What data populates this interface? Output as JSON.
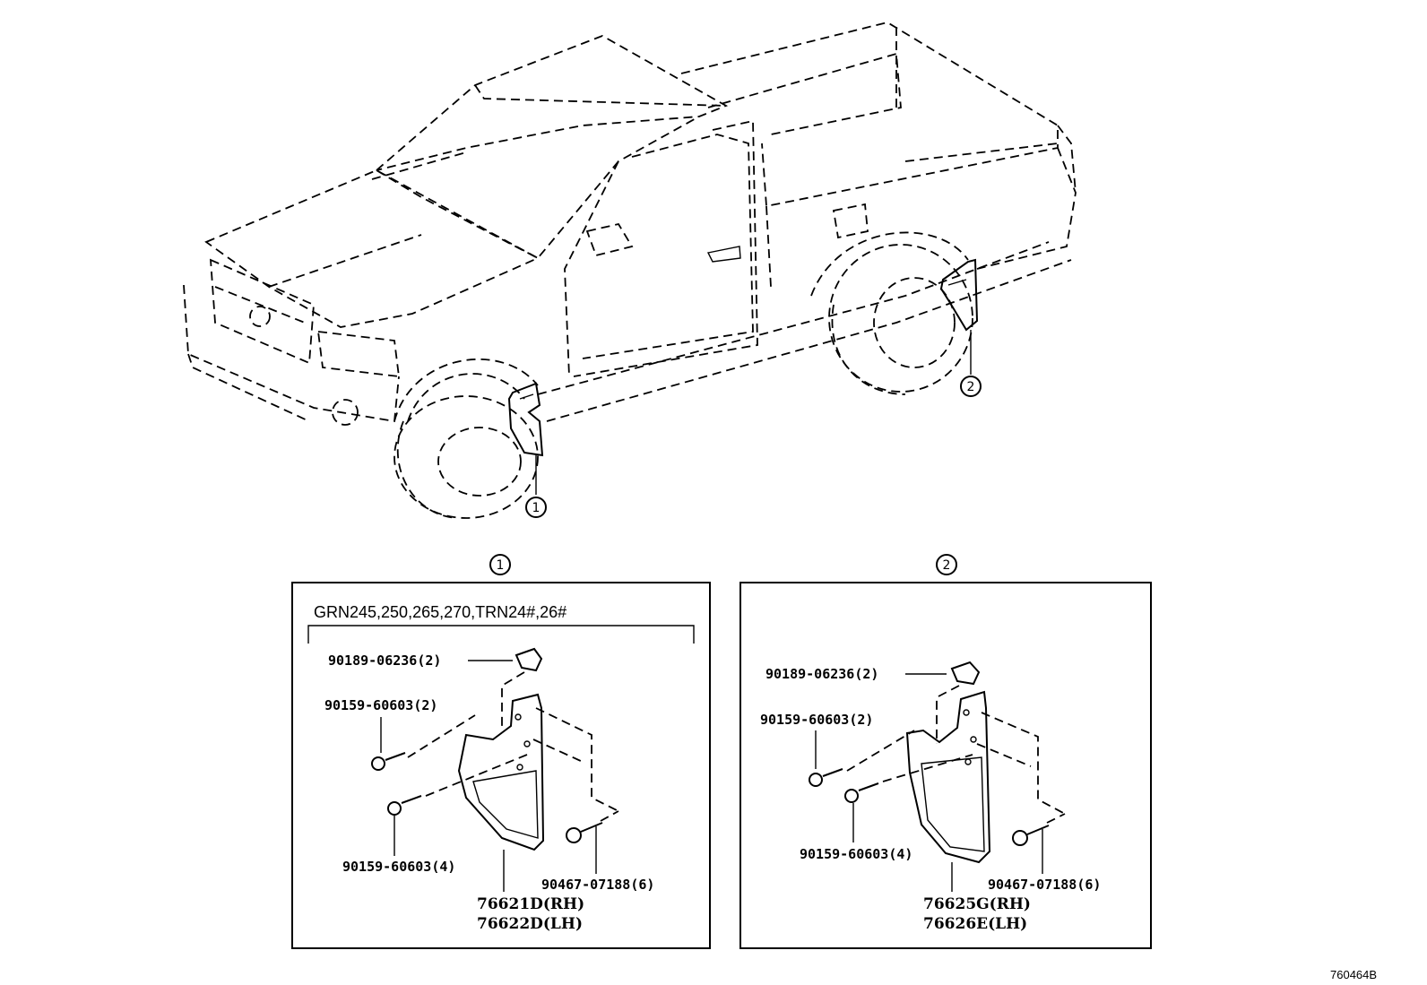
{
  "callouts": {
    "ref1": "1",
    "ref2": "2"
  },
  "panel1": {
    "title": "1",
    "applicability": "GRN245,250,265,270,TRN24#,26#",
    "labels": {
      "clip": "90189-06236(2)",
      "screw_upper": "90159-60603(2)",
      "screw_lower": "90159-60603(4)",
      "bolt": "90467-07188(6)",
      "flap_rh": "76621D(RH)",
      "flap_lh": "76622D(LH)"
    }
  },
  "panel2": {
    "title": "2",
    "labels": {
      "clip": "90189-06236(2)",
      "screw_upper": "90159-60603(2)",
      "screw_lower": "90159-60603(4)",
      "bolt": "90467-07188(6)",
      "flap_rh": "76625G(RH)",
      "flap_lh": "76626E(LH)"
    }
  },
  "diagram_code": "760464B"
}
